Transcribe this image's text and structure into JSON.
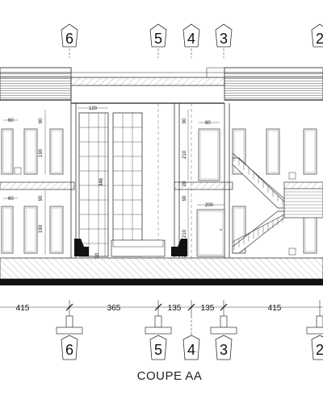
{
  "title": "COUPE AA",
  "axes_top": [
    "6",
    "5",
    "4",
    "3",
    "2"
  ],
  "axes_bottom": [
    "6",
    "5",
    "4",
    "3",
    "2"
  ],
  "bottom_dimensions": [
    "415",
    "365",
    "135",
    "135",
    "415"
  ],
  "small_dimensions": {
    "left_upper_width": "60",
    "left_upper_h1": "90",
    "left_upper_h2": "190",
    "left_lower_width": "60",
    "left_lower_h1": "90",
    "left_lower_h2": "190",
    "curtain_wall_width": "120",
    "curtain_wall_height": "346",
    "curtain_wall_base": "20",
    "door_upper_width": "80",
    "door_upper_h1": "90",
    "door_upper_h2": "210",
    "slab_upper": "20",
    "door_lower_width": "200",
    "door_lower_h1": "90",
    "door_lower_h2": "210",
    "door_lower_base": "20"
  }
}
